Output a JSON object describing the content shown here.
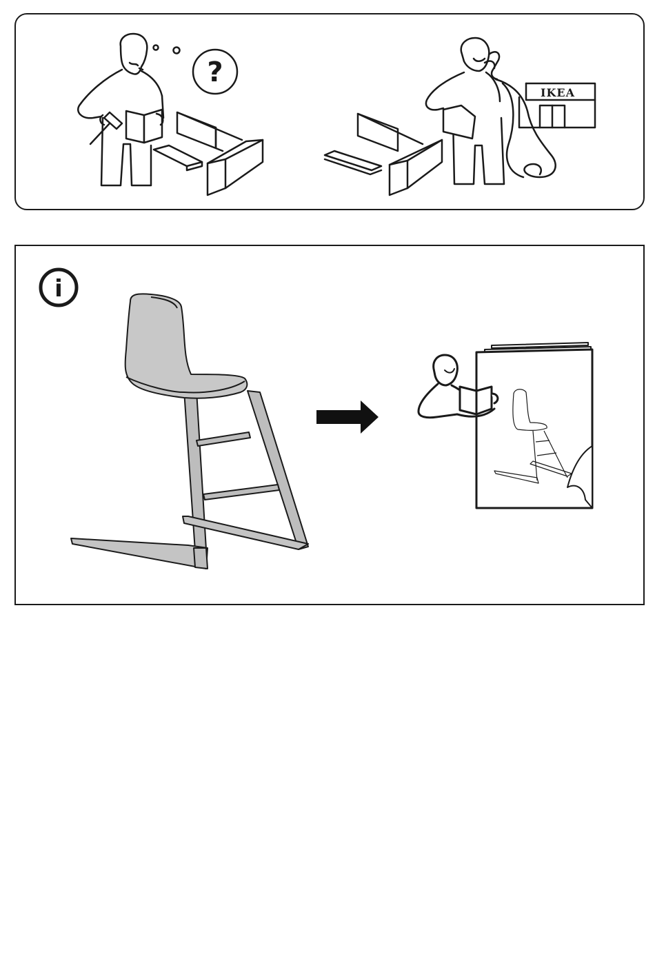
{
  "help_panel": {
    "question_glyph": "?",
    "store_sign": "IKEA",
    "icons": [
      "confused-assembler-icon",
      "hammer-icon",
      "instruction-booklet-icon",
      "question-bubble-icon",
      "phone-icon",
      "ikea-store-icon"
    ]
  },
  "info_panel": {
    "info_glyph": "i",
    "icons": [
      "info-icon",
      "chair-illustration",
      "arrow-right-icon",
      "reading-person-icon",
      "manual-booklet-icon"
    ]
  },
  "colors": {
    "ink": "#1a1a1a",
    "chair_fill": "#c8c8c8",
    "chair_legs": "#bdbdbd",
    "arrow": "#111111"
  }
}
